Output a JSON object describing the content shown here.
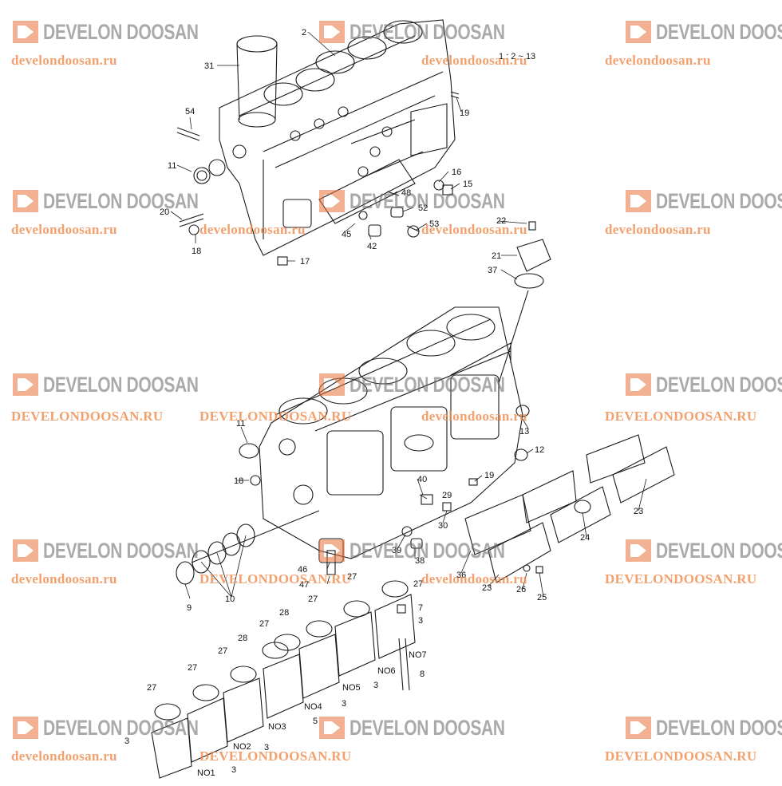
{
  "scale_note": "1 : 2 ~ 13",
  "watermark": {
    "brand": "DEVELON DOOSAN",
    "url_lower": "develondoosan.ru",
    "url_upper": "DEVELONDOOSAN.RU"
  },
  "parts": [
    "2",
    "31",
    "54",
    "11",
    "20",
    "18",
    "17",
    "19",
    "16",
    "15",
    "48",
    "52",
    "53",
    "45",
    "42",
    "22",
    "21",
    "37",
    "13",
    "12",
    "9",
    "10",
    "46",
    "47",
    "39",
    "38",
    "40",
    "29",
    "30",
    "36",
    "23",
    "24",
    "26",
    "25",
    "27",
    "28",
    "7",
    "3",
    "8",
    "5",
    "NO1",
    "NO2",
    "NO3",
    "NO4",
    "NO5",
    "NO6",
    "NO7"
  ],
  "colors": {
    "line": "#1a1a1a",
    "wm_brand": "#555555",
    "wm_logo": "#e8733a",
    "wm_url": "#f08a4a"
  }
}
